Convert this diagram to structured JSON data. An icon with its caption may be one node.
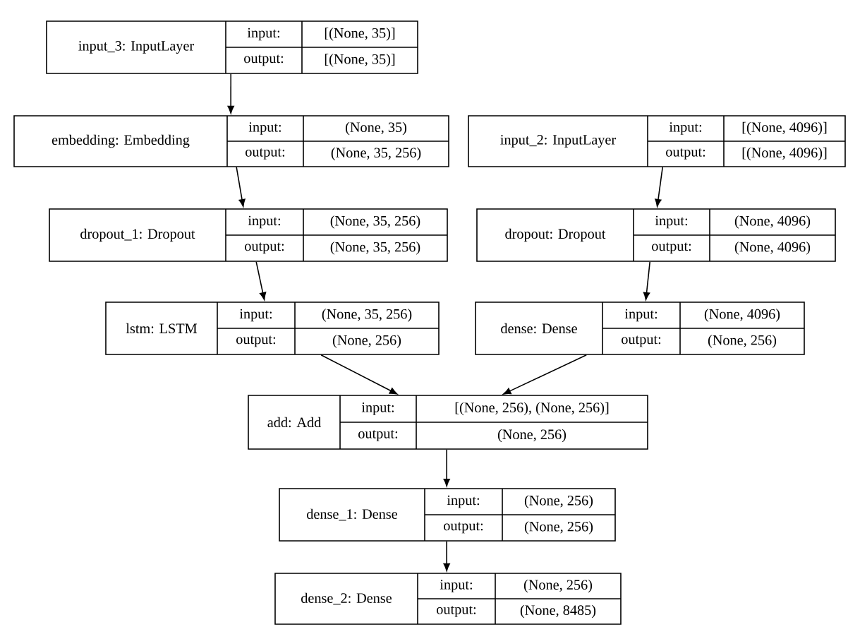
{
  "diagram": {
    "nodes": [
      {
        "text": [
          "input_3: InputLayer",
          "input:",
          "[(None, 35)]",
          "output:",
          "[(None, 35)]"
        ]
      },
      {
        "text": [
          "embedding: Embedding",
          "input:",
          "(None, 35)",
          "output:",
          "(None, 35, 256)"
        ]
      },
      {
        "text": [
          "input_2: InputLayer",
          "input:",
          "[(None, 4096)]",
          "output:",
          "[(None, 4096)]"
        ]
      },
      {
        "text": [
          "dropout_1: Dropout",
          "input:",
          "(None, 35, 256)",
          "output:",
          "(None, 35, 256)"
        ]
      },
      {
        "text": [
          "dropout: Dropout",
          "input:",
          "(None, 4096)",
          "output:",
          "(None, 4096)"
        ]
      },
      {
        "text": [
          "lstm: LSTM",
          "input:",
          "(None, 35, 256)",
          "output:",
          "(None, 256)"
        ]
      },
      {
        "text": [
          "dense: Dense",
          "input:",
          "(None, 4096)",
          "output:",
          "(None, 256)"
        ]
      },
      {
        "text": [
          "add: Add",
          "input:",
          "[(None, 256), (None, 256)]",
          "output:",
          "(None, 256)"
        ]
      },
      {
        "text": [
          "dense_1: Dense",
          "input:",
          "(None, 256)",
          "output:",
          "(None, 256)"
        ]
      },
      {
        "text": [
          "dense_2: Dense",
          "input:",
          "(None, 256)",
          "output:",
          "(None, 8485)"
        ]
      }
    ],
    "edges": [
      {
        "from": 0,
        "to": 1,
        "arrow": "to"
      },
      {
        "from": 1,
        "to": 3,
        "arrow": "to"
      },
      {
        "from": 3,
        "to": 5,
        "arrow": "to"
      },
      {
        "from": 2,
        "to": 4,
        "arrow": "to"
      },
      {
        "from": 4,
        "to": 6,
        "arrow": "to"
      },
      {
        "from": 5,
        "to": 7,
        "arrow": "to"
      },
      {
        "from": 6,
        "to": 7,
        "arrow": "to"
      },
      {
        "from": 7,
        "to": 8,
        "arrow": "to"
      },
      {
        "from": 8,
        "to": 9,
        "arrow": "to"
      }
    ]
  }
}
